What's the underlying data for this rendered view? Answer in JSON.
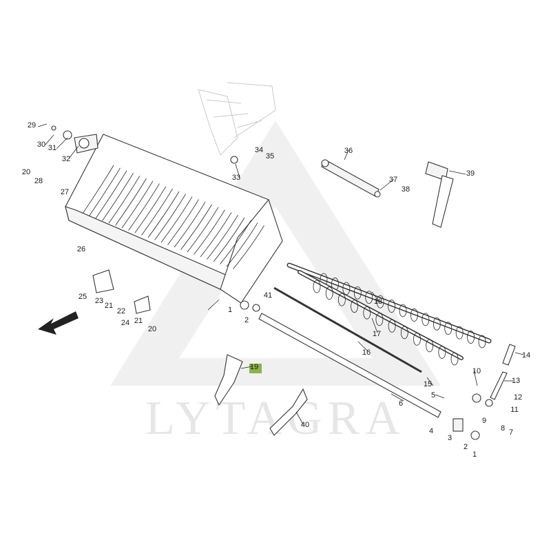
{
  "watermark": "LYTAGRA",
  "highlight_color": "#8ab34a",
  "highlighted_part": "19",
  "callouts": [
    "29",
    "30",
    "31",
    "32",
    "20",
    "28",
    "27",
    "26",
    "25",
    "23",
    "21",
    "22",
    "24",
    "21",
    "20",
    "33",
    "34",
    "35",
    "36",
    "37",
    "38",
    "39",
    "1",
    "2",
    "41",
    "18",
    "17",
    "16",
    "19",
    "40",
    "6",
    "15",
    "14",
    "13",
    "10",
    "5",
    "12",
    "11",
    "4",
    "9",
    "3",
    "8",
    "7",
    "2",
    "1"
  ]
}
